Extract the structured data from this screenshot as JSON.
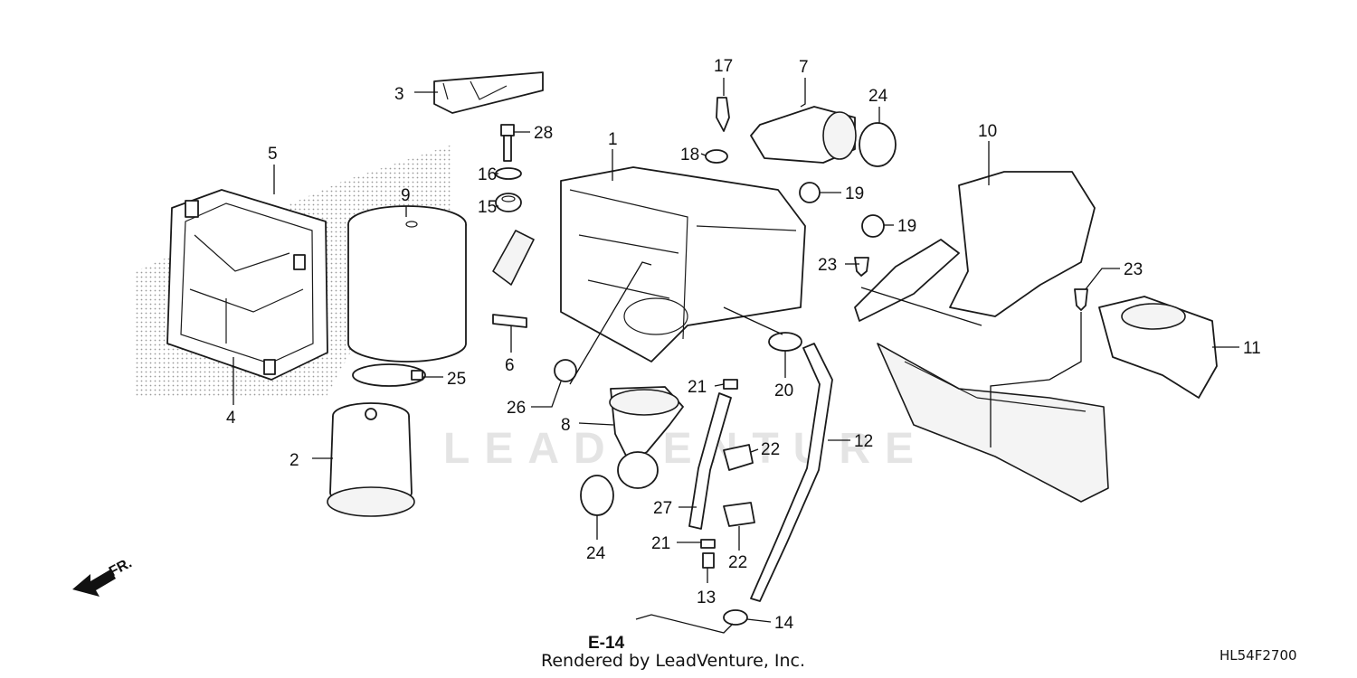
{
  "diagram": {
    "watermark": "LEADVENTURE",
    "footer_credit": "Rendered by LeadVenture, Inc.",
    "diagram_code": "HL54F2700",
    "reference_label": "E-14",
    "direction_label": "FR.",
    "callouts": {
      "p1": "1",
      "p2": "2",
      "p3": "3",
      "p4": "4",
      "p5": "5",
      "p6": "6",
      "p7": "7",
      "p8": "8",
      "p9": "9",
      "p10": "10",
      "p11": "11",
      "p12": "12",
      "p13": "13",
      "p14": "14",
      "p15": "15",
      "p16": "16",
      "p17": "17",
      "p18": "18",
      "p19a": "19",
      "p19b": "19",
      "p20": "20",
      "p21a": "21",
      "p21b": "21",
      "p22a": "22",
      "p22b": "22",
      "p23a": "23",
      "p23b": "23",
      "p24a": "24",
      "p24b": "24",
      "p25": "25",
      "p26": "26",
      "p27": "27",
      "p28": "28"
    }
  }
}
